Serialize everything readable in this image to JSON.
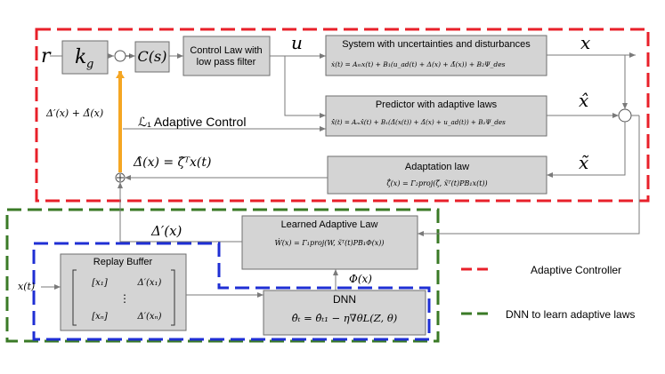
{
  "blocks": {
    "kg": "k",
    "kg_sub": "g",
    "cs": "C(s)",
    "control_law_line1": "Control Law with",
    "control_law_line2": "low pass filter",
    "system_title": "System with uncertainties and disturbances",
    "system_eq": "ẋ(t)  = Aₘx(t) + B₁(u_ad(t) + Δ(x) + Δ̃(x)) + B₂Ψ_des",
    "predictor_title": "Predictor with adaptive laws",
    "predictor_eq": "x̂̇(t)  = Aₘx̂(t) + B₁(Δ̂(x(t)) + Δ̂(x) + u_ad(t)) + B₂Ψ_des",
    "adaptation_title": "Adaptation law",
    "adaptation_eq": "ζ̂̇(x) = Γ₂proj(ζ̂, x̃ᵀ(t)PB₁x(t))",
    "learned_title": "Learned Adaptive Law",
    "learned_eq": "Ẇ(x) = Γ₁proj(W, x̃ᵀ(t)PB₁Φ(x))",
    "replay_title": "Replay Buffer",
    "dnn_title": "DNN",
    "dnn_eq": "θ̂ₜ = θ̂ₜ₁ − η∇θL(Z, θ)"
  },
  "signals": {
    "r": "r",
    "u": "u",
    "x": "x",
    "x_hat": "x̂",
    "x_tilde": "x̃",
    "delta_sum": "Δ′(x) + Δ̂(x)",
    "l1_label": "ℒ₁ Adaptive Control",
    "delta_hat_eq": "Δ̂(x) = ζ̂ᵀx(t)",
    "delta_prime": "Δ′(x)",
    "phi": "Φ(x)",
    "x_t": "x(t)"
  },
  "replay_matrix": {
    "r1c1": "[x₁]",
    "r1c2": "Δ′(x₁)",
    "dots": "⋮",
    "r2c1": "[xₙ]",
    "r2c2": "Δ′(xₙ)"
  },
  "legend": {
    "adaptive_controller": "Adaptive Controller",
    "dnn_laws": "DNN to learn adaptive laws",
    "red_color": "#e8202a",
    "green_color": "#3a7a26",
    "blue_color": "#1f2fd4",
    "orange_color": "#f5a623"
  }
}
